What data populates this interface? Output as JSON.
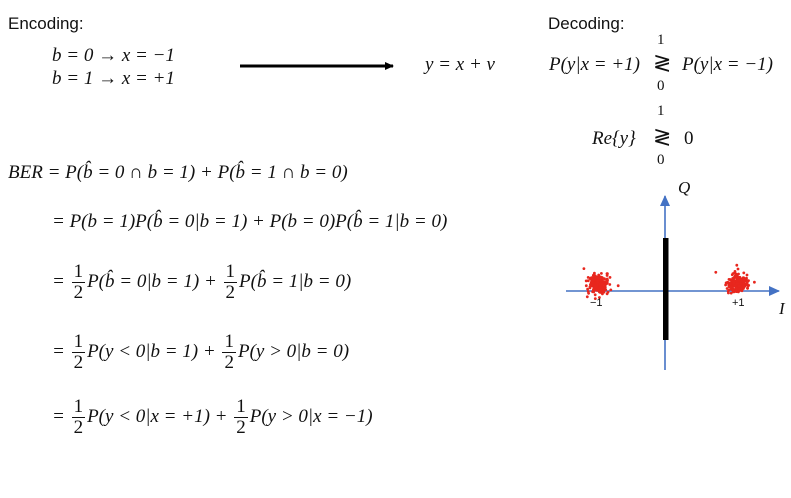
{
  "encoding": {
    "title": "Encoding:",
    "line1": "b = 0 → x = −1",
    "line2": "b = 1 → x = +1",
    "channel": "y = x + v"
  },
  "decoding": {
    "title": "Decoding:",
    "rule1_left": "P(y|x = +1)",
    "rule1_right": "P(y|x = −1)",
    "rule1_top": "1",
    "rule1_bottom": "0",
    "rule2_left": "Re{y}",
    "rule2_right": "0",
    "rule2_top": "1",
    "rule2_bottom": "0",
    "gtlt": "≷"
  },
  "ber": {
    "line1": "BER = P(b̂ = 0 ∩ b = 1) + P(b̂ = 1 ∩ b = 0)",
    "line2": "= P(b = 1)P(b̂ = 0|b = 1) + P(b = 0)P(b̂ = 1|b = 0)",
    "line3_a": "P(b̂ = 0|b = 1) +",
    "line3_b": "P(b̂ = 1|b = 0)",
    "line4_a": "P(y < 0|b = 1) +",
    "line4_b": "P(y > 0|b = 0)",
    "line5_a": "P(y < 0|x = +1) +",
    "line5_b": "P(y > 0|x = −1)",
    "eq": "=",
    "half_num": "1",
    "half_den": "2"
  },
  "constellation": {
    "q_label": "Q",
    "i_label": "I",
    "neg_label": "−1",
    "pos_label": "+1",
    "axis_color": "#4472C4",
    "cluster_color": "#E8271E"
  }
}
